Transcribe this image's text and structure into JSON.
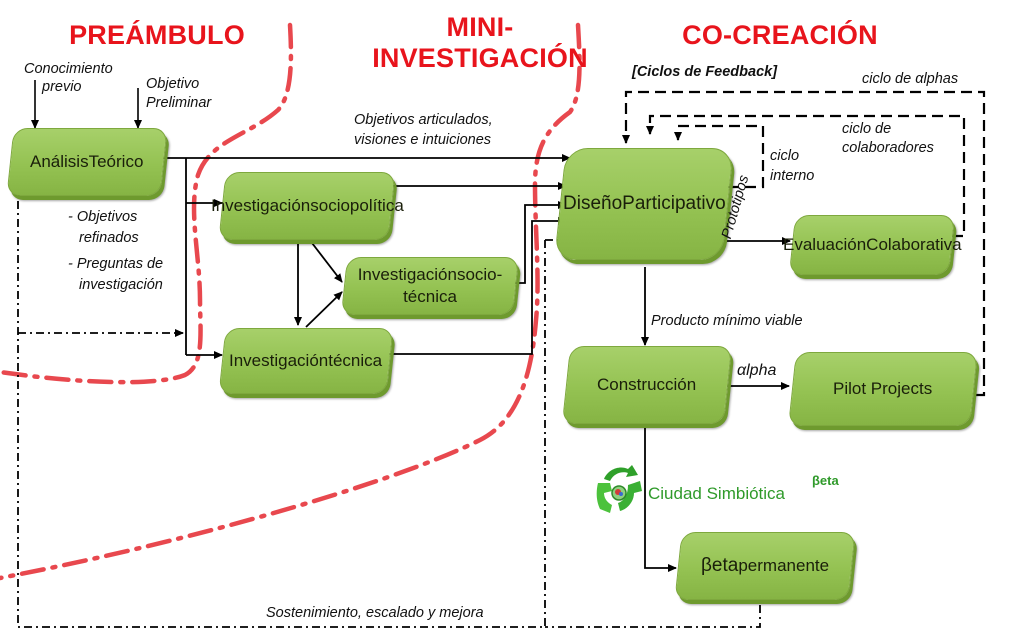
{
  "phases": {
    "preambulo": "PREÁMBULO",
    "mini_investigacion_line1": "MINI-",
    "mini_investigacion_line2": "INVESTIGACIÓN",
    "co_creacion": "CO-CREACIÓN"
  },
  "inputs": {
    "conocimiento_previo_line1": "Conocimiento",
    "conocimiento_previo_line2": "previo",
    "objetivo_preliminar_line1": "Objetivo",
    "objetivo_preliminar_line2": "Preliminar"
  },
  "boxes": {
    "analisis_teorico": [
      "Análisis",
      "Teórico"
    ],
    "inv_sociopolitica": [
      "Investigación",
      "sociopolítica"
    ],
    "inv_sociotecnica": [
      "Investigación",
      "socio-técnica"
    ],
    "inv_tecnica": [
      "Investigación",
      "técnica"
    ],
    "diseno_participativo": [
      "Diseño",
      "Participativo"
    ],
    "evaluacion_colaborativa": [
      "Evaluación",
      "Colaborativa"
    ],
    "construccion": [
      "Construcción"
    ],
    "pilot_projects": [
      "Pilot Projects"
    ],
    "beta_permanente": [
      "βeta",
      "permanente"
    ]
  },
  "labels": {
    "objetivos_refinados_line1": "- Objetivos",
    "objetivos_refinados_line2": "refinados",
    "preguntas_line1": "- Preguntas de",
    "preguntas_line2": "investigación",
    "objetivos_articulados_line1": "Objetivos articulados,",
    "objetivos_articulados_line2": "visiones e intuiciones",
    "ciclos_feedback": "[Ciclos de Feedback]",
    "ciclo_alphas": "ciclo de αlphas",
    "ciclo_colaboradores_line1": "ciclo de",
    "ciclo_colaboradores_line2": "colaboradores",
    "ciclo_interno_line1": "ciclo",
    "ciclo_interno_line2": "interno",
    "prototipos": "Prototipos",
    "producto_minimo": "Producto mínimo viable",
    "alpha": "αlpha",
    "sostenimiento": "Sostenimiento, escalado y mejora"
  },
  "logo": {
    "name": "Ciudad Simbiótica",
    "badge": "βeta"
  },
  "colors": {
    "phase_title": "#e8141c",
    "separator": "#e8484e",
    "box_fill": "#94c252",
    "logo_green": "#2f9a2a"
  }
}
